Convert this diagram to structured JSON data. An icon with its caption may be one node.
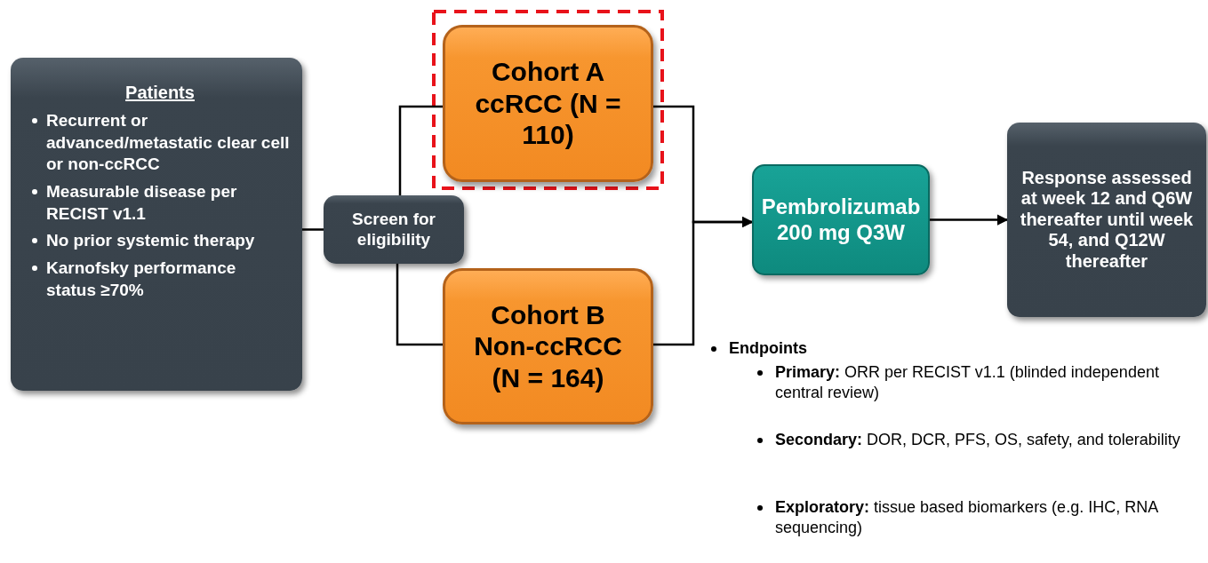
{
  "diagram": {
    "nodes": [
      {
        "text": [
          "Patients",
          "Recurrent or advanced/metastatic clear cell or non-ccRCC",
          "Measurable disease per RECIST v1.1",
          "No prior systemic therapy",
          "Karnofsky performance status ≥70%"
        ]
      },
      {
        "text": [
          "Screen for eligibility"
        ]
      },
      {
        "text": [
          "Cohort A ccRCC (N = 110)"
        ]
      },
      {
        "text": [
          "Cohort B Non-ccRCC (N = 164)"
        ]
      },
      {
        "text": [
          "Pembrolizumab 200 mg Q3W"
        ]
      },
      {
        "text": [
          "Response assessed at week 12 and Q6W thereafter until week 54, and Q12W thereafter"
        ]
      }
    ],
    "edges": [
      {
        "from": 0,
        "to": 1,
        "arrow": "none"
      },
      {
        "from": 1,
        "to": 2,
        "arrow": "none"
      },
      {
        "from": 1,
        "to": 3,
        "arrow": "none"
      },
      {
        "from": 2,
        "to": 4,
        "arrow": "to"
      },
      {
        "from": 3,
        "to": 4,
        "arrow": "to"
      },
      {
        "from": 4,
        "to": 5,
        "arrow": "to"
      }
    ],
    "labels": [
      "Endpoints",
      "**Primary:** ORR per RECIST v1.1 (blinded independent central review)",
      "**Secondary:** DOR, DCR, PFS, OS, safety, and tolerability",
      "**Exploratory:** tissue based biomarkers (e.g. IHC, RNA sequencing)"
    ]
  }
}
